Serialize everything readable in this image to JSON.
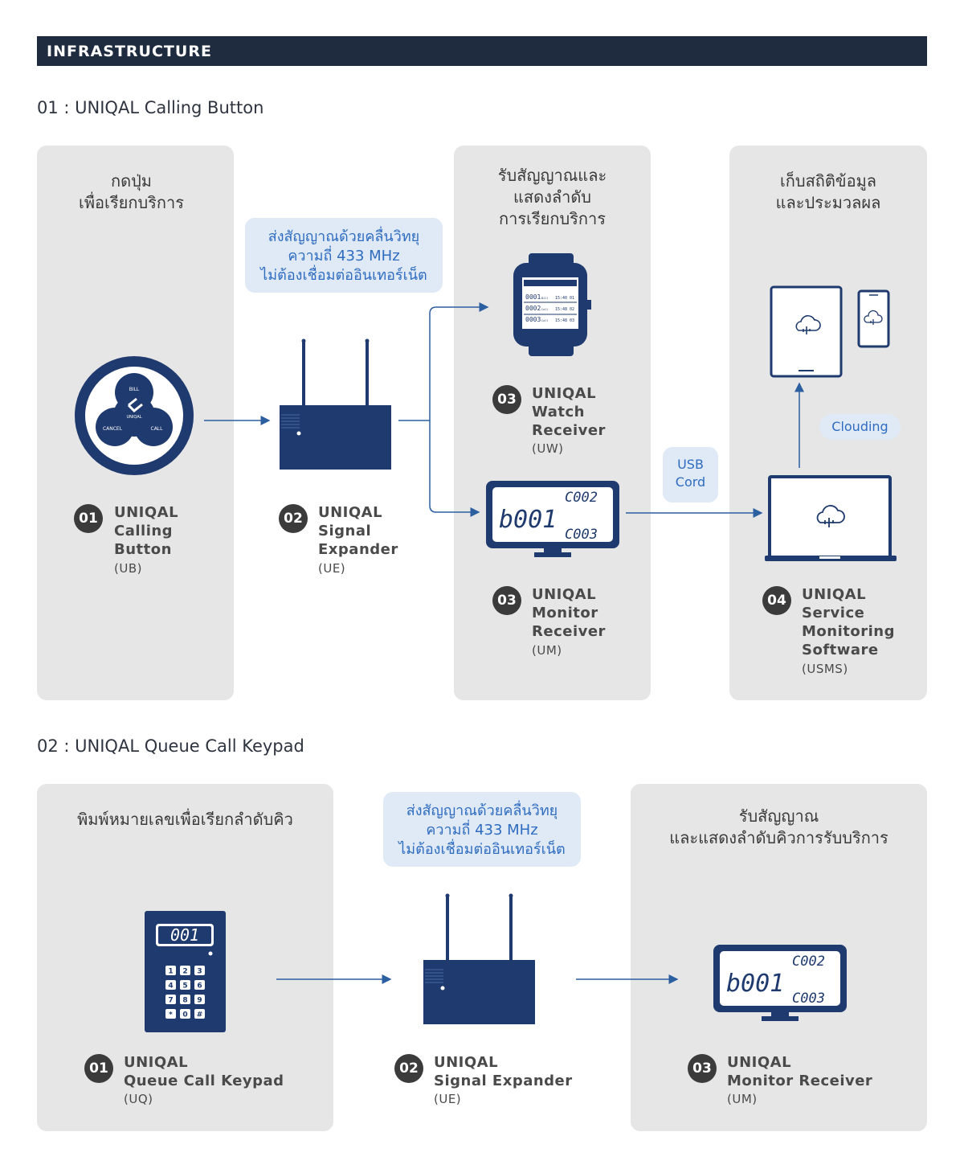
{
  "banner": "INFRASTRUCTURE",
  "section1": {
    "title": "01 : UNIQAL Calling Button",
    "col1_caption": "กดปุ่ม\nเพื่อเรียกบริการ",
    "radio_bubble": "ส่งสัญญาณด้วยคลื่นวิทยุ\nความถี่ 433 MHz\nไม่ต้องเชื่อมต่ออินเทอร์เน็ต",
    "col3_caption": "รับสัญญาณและ\nแสดงลำดับ\nการเรียกบริการ",
    "col4_caption": "เก็บสถิติข้อมูล\nและประมวลผล",
    "usb_label": "USB\nCord",
    "clouding_label": "Clouding",
    "button_texts": {
      "bill": "BILL",
      "cancel": "CANCEL",
      "call": "CALL",
      "brand": "UNIQAL"
    },
    "watch_rows": [
      {
        "num": "0001",
        "sub": "Bill",
        "time": "15:40",
        "idx": "01"
      },
      {
        "num": "0002",
        "sub": "Call",
        "time": "15:48",
        "idx": "02"
      },
      {
        "num": "0003",
        "sub": "Call",
        "time": "15:48",
        "idx": "03"
      }
    ],
    "monitor": {
      "main": "b001",
      "top": "C002",
      "bottom": "C003"
    },
    "devices": [
      {
        "num": "01",
        "name": "UNIQAL\nCalling\nButton",
        "code": "(UB)"
      },
      {
        "num": "02",
        "name": "UNIQAL\nSignal\nExpander",
        "code": "(UE)"
      },
      {
        "num": "03",
        "name": "UNIQAL\nWatch\nReceiver",
        "code": "(UW)"
      },
      {
        "num": "03",
        "name": "UNIQAL\nMonitor\nReceiver",
        "code": "(UM)"
      },
      {
        "num": "04",
        "name": "UNIQAL\nService\nMonitoring\nSoftware",
        "code": "(USMS)"
      }
    ]
  },
  "section2": {
    "title": "02 : UNIQAL Queue Call Keypad",
    "col1_caption": "พิมพ์หมายเลขเพื่อเรียกลำดับคิว",
    "radio_bubble": "ส่งสัญญาณด้วยคลื่นวิทยุ\nความถี่ 433 MHz\nไม่ต้องเชื่อมต่ออินเทอร์เน็ต",
    "col3_caption": "รับสัญญาณ\nและแสดงลำดับคิวการรับบริการ",
    "keypad_display": "001",
    "keypad_keys": [
      "1",
      "2",
      "3",
      "4",
      "5",
      "6",
      "7",
      "8",
      "9",
      "*",
      "0",
      "#"
    ],
    "monitor": {
      "main": "b001",
      "top": "C002",
      "bottom": "C003"
    },
    "devices": [
      {
        "num": "01",
        "name": "UNIQAL\nQueue Call Keypad",
        "code": "(UQ)"
      },
      {
        "num": "02",
        "name": "UNIQAL\nSignal Expander",
        "code": "(UE)"
      },
      {
        "num": "03",
        "name": "UNIQAL\nMonitor Receiver",
        "code": "(UM)"
      }
    ]
  },
  "colors": {
    "navy": "#1f3a6e",
    "arrow": "#2c5fa0",
    "banner": "#1f2b3e",
    "panel": "#e6e6e6"
  }
}
